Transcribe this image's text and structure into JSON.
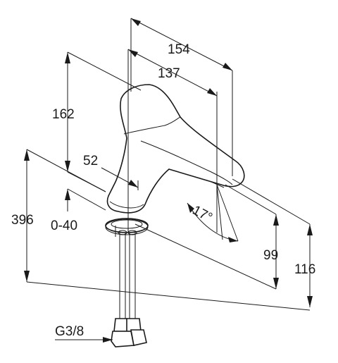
{
  "drawing": {
    "subject": "faucet-dimension-drawing",
    "line_color": "#1a1a1a",
    "background": "#ffffff"
  },
  "dimensions": {
    "width_total": "154",
    "width_spout": "137",
    "height_body": "162",
    "handle_offset": "52",
    "total_length": "396",
    "deck_thickness": "0-40",
    "spout_angle": "17°",
    "height_outlet": "99",
    "height_top": "116",
    "connection": "G3/8"
  }
}
